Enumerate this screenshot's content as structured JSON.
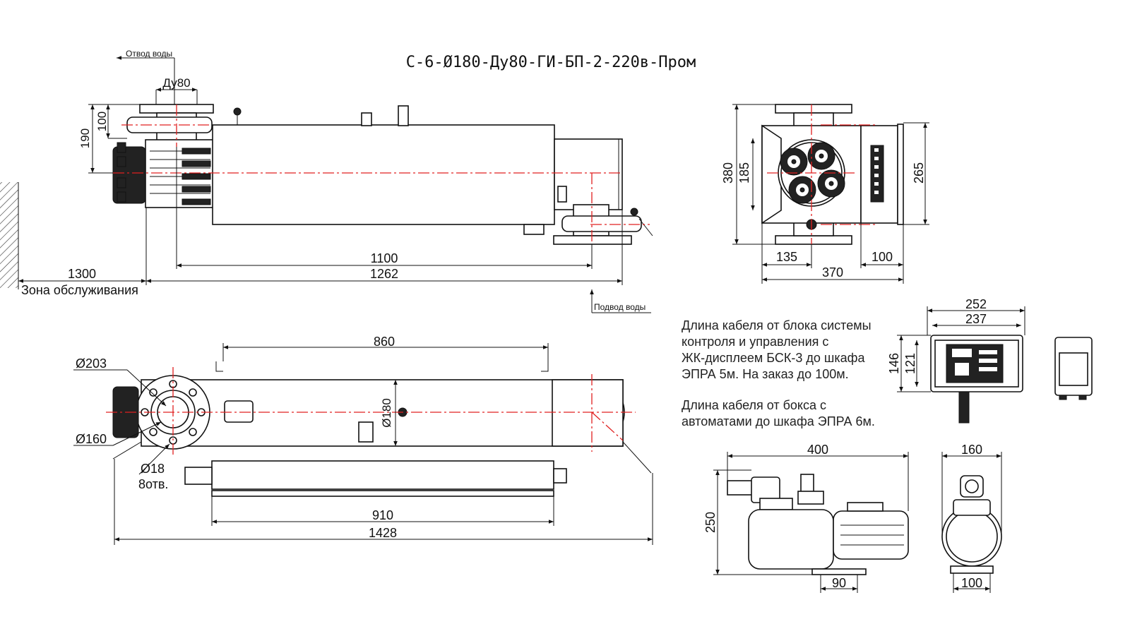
{
  "title": "С-6-Ø180-Ду80-ГИ-БП-2-220в-Пром",
  "labels": {
    "water_outlet": "Отвод воды",
    "water_inlet": "Подвод воды",
    "service_zone": "Зона обслуживания",
    "holes": "8отв."
  },
  "dimensions": {
    "top_du80": "Ду80",
    "top_100": "100",
    "top_190": "190",
    "top_1100": "1100",
    "top_1262": "1262",
    "top_1300": "1300",
    "end_380": "380",
    "end_185": "185",
    "end_265": "265",
    "end_135": "135",
    "end_100": "100",
    "end_370": "370",
    "bot_860": "860",
    "bot_203": "Ø203",
    "bot_160": "Ø160",
    "bot_18": "Ø18",
    "bot_180": "Ø180",
    "bot_910": "910",
    "bot_1428": "1428",
    "box_252": "252",
    "box_237": "237",
    "box_146": "146",
    "box_121": "121",
    "pump_400": "400",
    "pump_250": "250",
    "pump_90": "90",
    "pump_160": "160",
    "pump_100": "100"
  },
  "notes": {
    "cable_control": "Длина кабеля от блока системы\nконтроля и управления с\nЖК-дисплеем БСК-3 до шкафа\nЭПРА 5м. На заказ до 100м.",
    "cable_breakers": "Длина кабеля от бокса с\nавтоматами до шкафа ЭПРА 6м."
  },
  "colors": {
    "axis_lines": "#e02020",
    "lines": "#111111",
    "background": "#ffffff"
  }
}
